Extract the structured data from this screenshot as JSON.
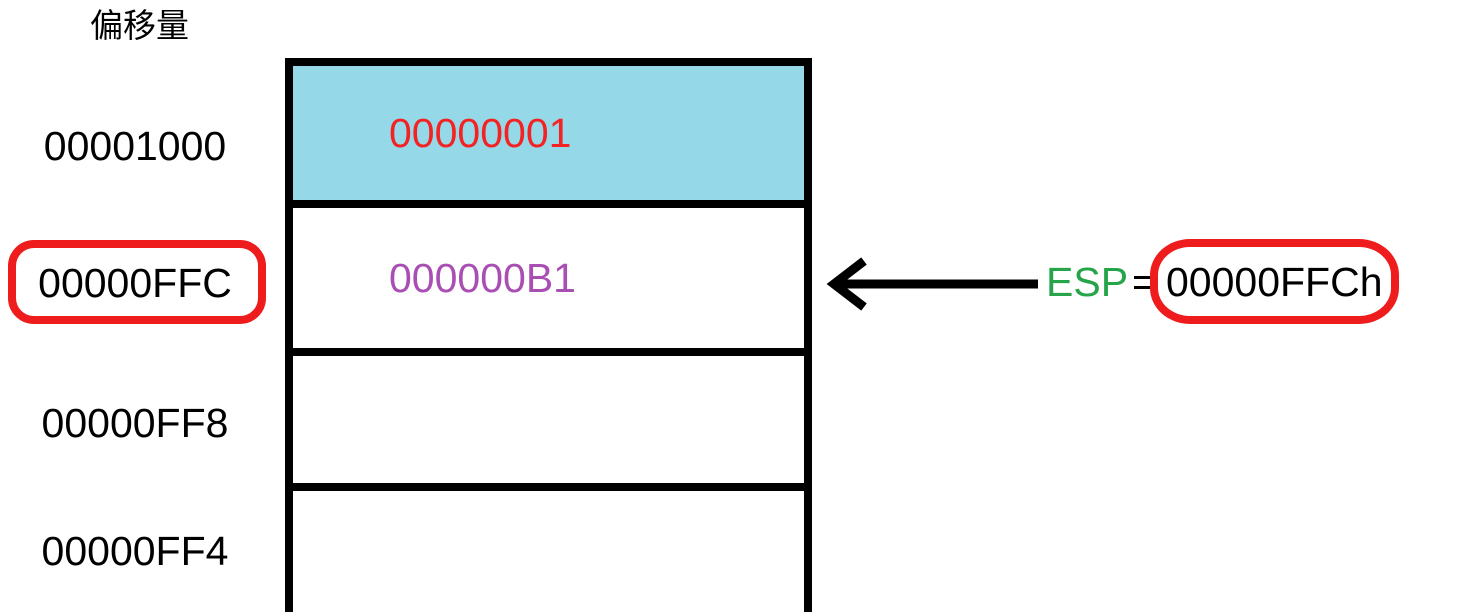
{
  "diagram": {
    "column_header": "偏移量",
    "colors": {
      "highlight_cell": "#95d9e9",
      "annotation_red": "#ee1c1c",
      "value_red": "#f42222",
      "value_purple": "#a94fb4",
      "register_green": "#25a44a",
      "border_black": "#000000"
    },
    "addresses": [
      {
        "label": "00001000",
        "highlighted": false
      },
      {
        "label": "00000FFC",
        "highlighted": true
      },
      {
        "label": "00000FF8",
        "highlighted": false
      },
      {
        "label": "00000FF4",
        "highlighted": false
      }
    ],
    "cells": [
      {
        "value": "00000001",
        "value_color": "red",
        "fill": "cyan"
      },
      {
        "value": "000000B1",
        "value_color": "purple",
        "fill": "white"
      },
      {
        "value": "",
        "value_color": "none",
        "fill": "white"
      },
      {
        "value": "",
        "value_color": "none",
        "fill": "white"
      }
    ],
    "pointer": {
      "arrow": "left-arrow",
      "register_name": "ESP",
      "equals": "=",
      "register_value": "00000FFCh"
    }
  }
}
